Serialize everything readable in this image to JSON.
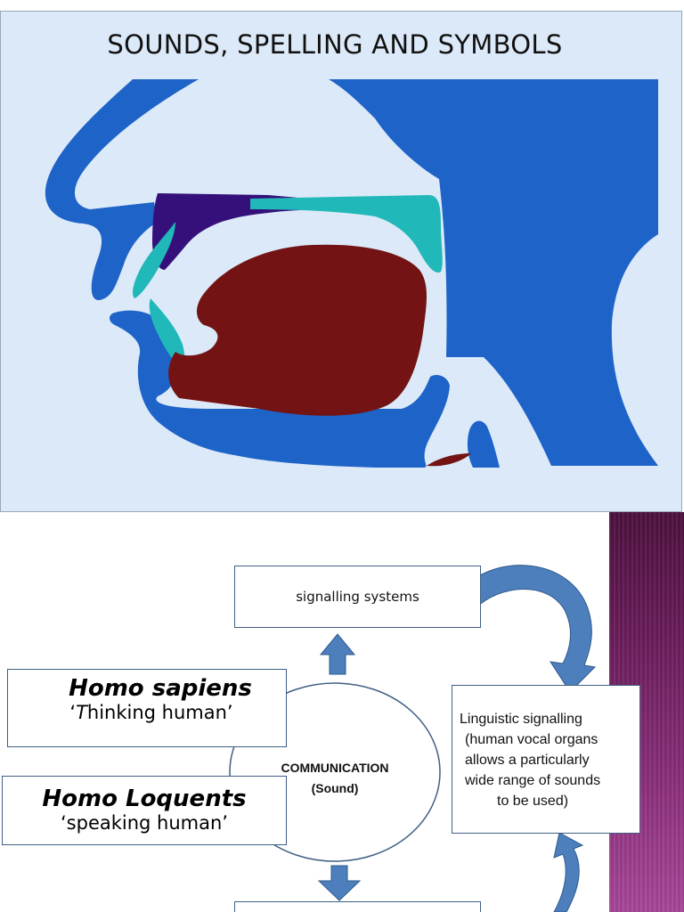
{
  "slide1": {
    "title": "SOUNDS, SPELLING AND SYMBOLS",
    "colors": {
      "background": "#dce9f8",
      "head": "#1e63c8",
      "tongue": "#731313",
      "palate": "#35107a",
      "teeth": "#20b8b8"
    }
  },
  "slide2": {
    "signalling_box": "signalling systems",
    "homo_sapiens": {
      "name": "Homo sapiens",
      "gloss_prefix": "‘",
      "gloss_italic": "T",
      "gloss_rest": "hinking human’"
    },
    "homo_loquents": {
      "name": "Homo Loquents",
      "gloss": "‘speaking human’"
    },
    "communication": {
      "line1": "COMMUNICATION",
      "line2": "(Sound)"
    },
    "linguistic": {
      "line1": "Linguistic signalling",
      "line2": "(human vocal organs",
      "line3": "allows a particularly",
      "line4": "wide range of sounds",
      "line5": "to be used)"
    },
    "colors": {
      "box_border": "#3f5f84",
      "arrow": "#4d7fbd",
      "arrow_stroke": "#2f5a8c"
    }
  }
}
